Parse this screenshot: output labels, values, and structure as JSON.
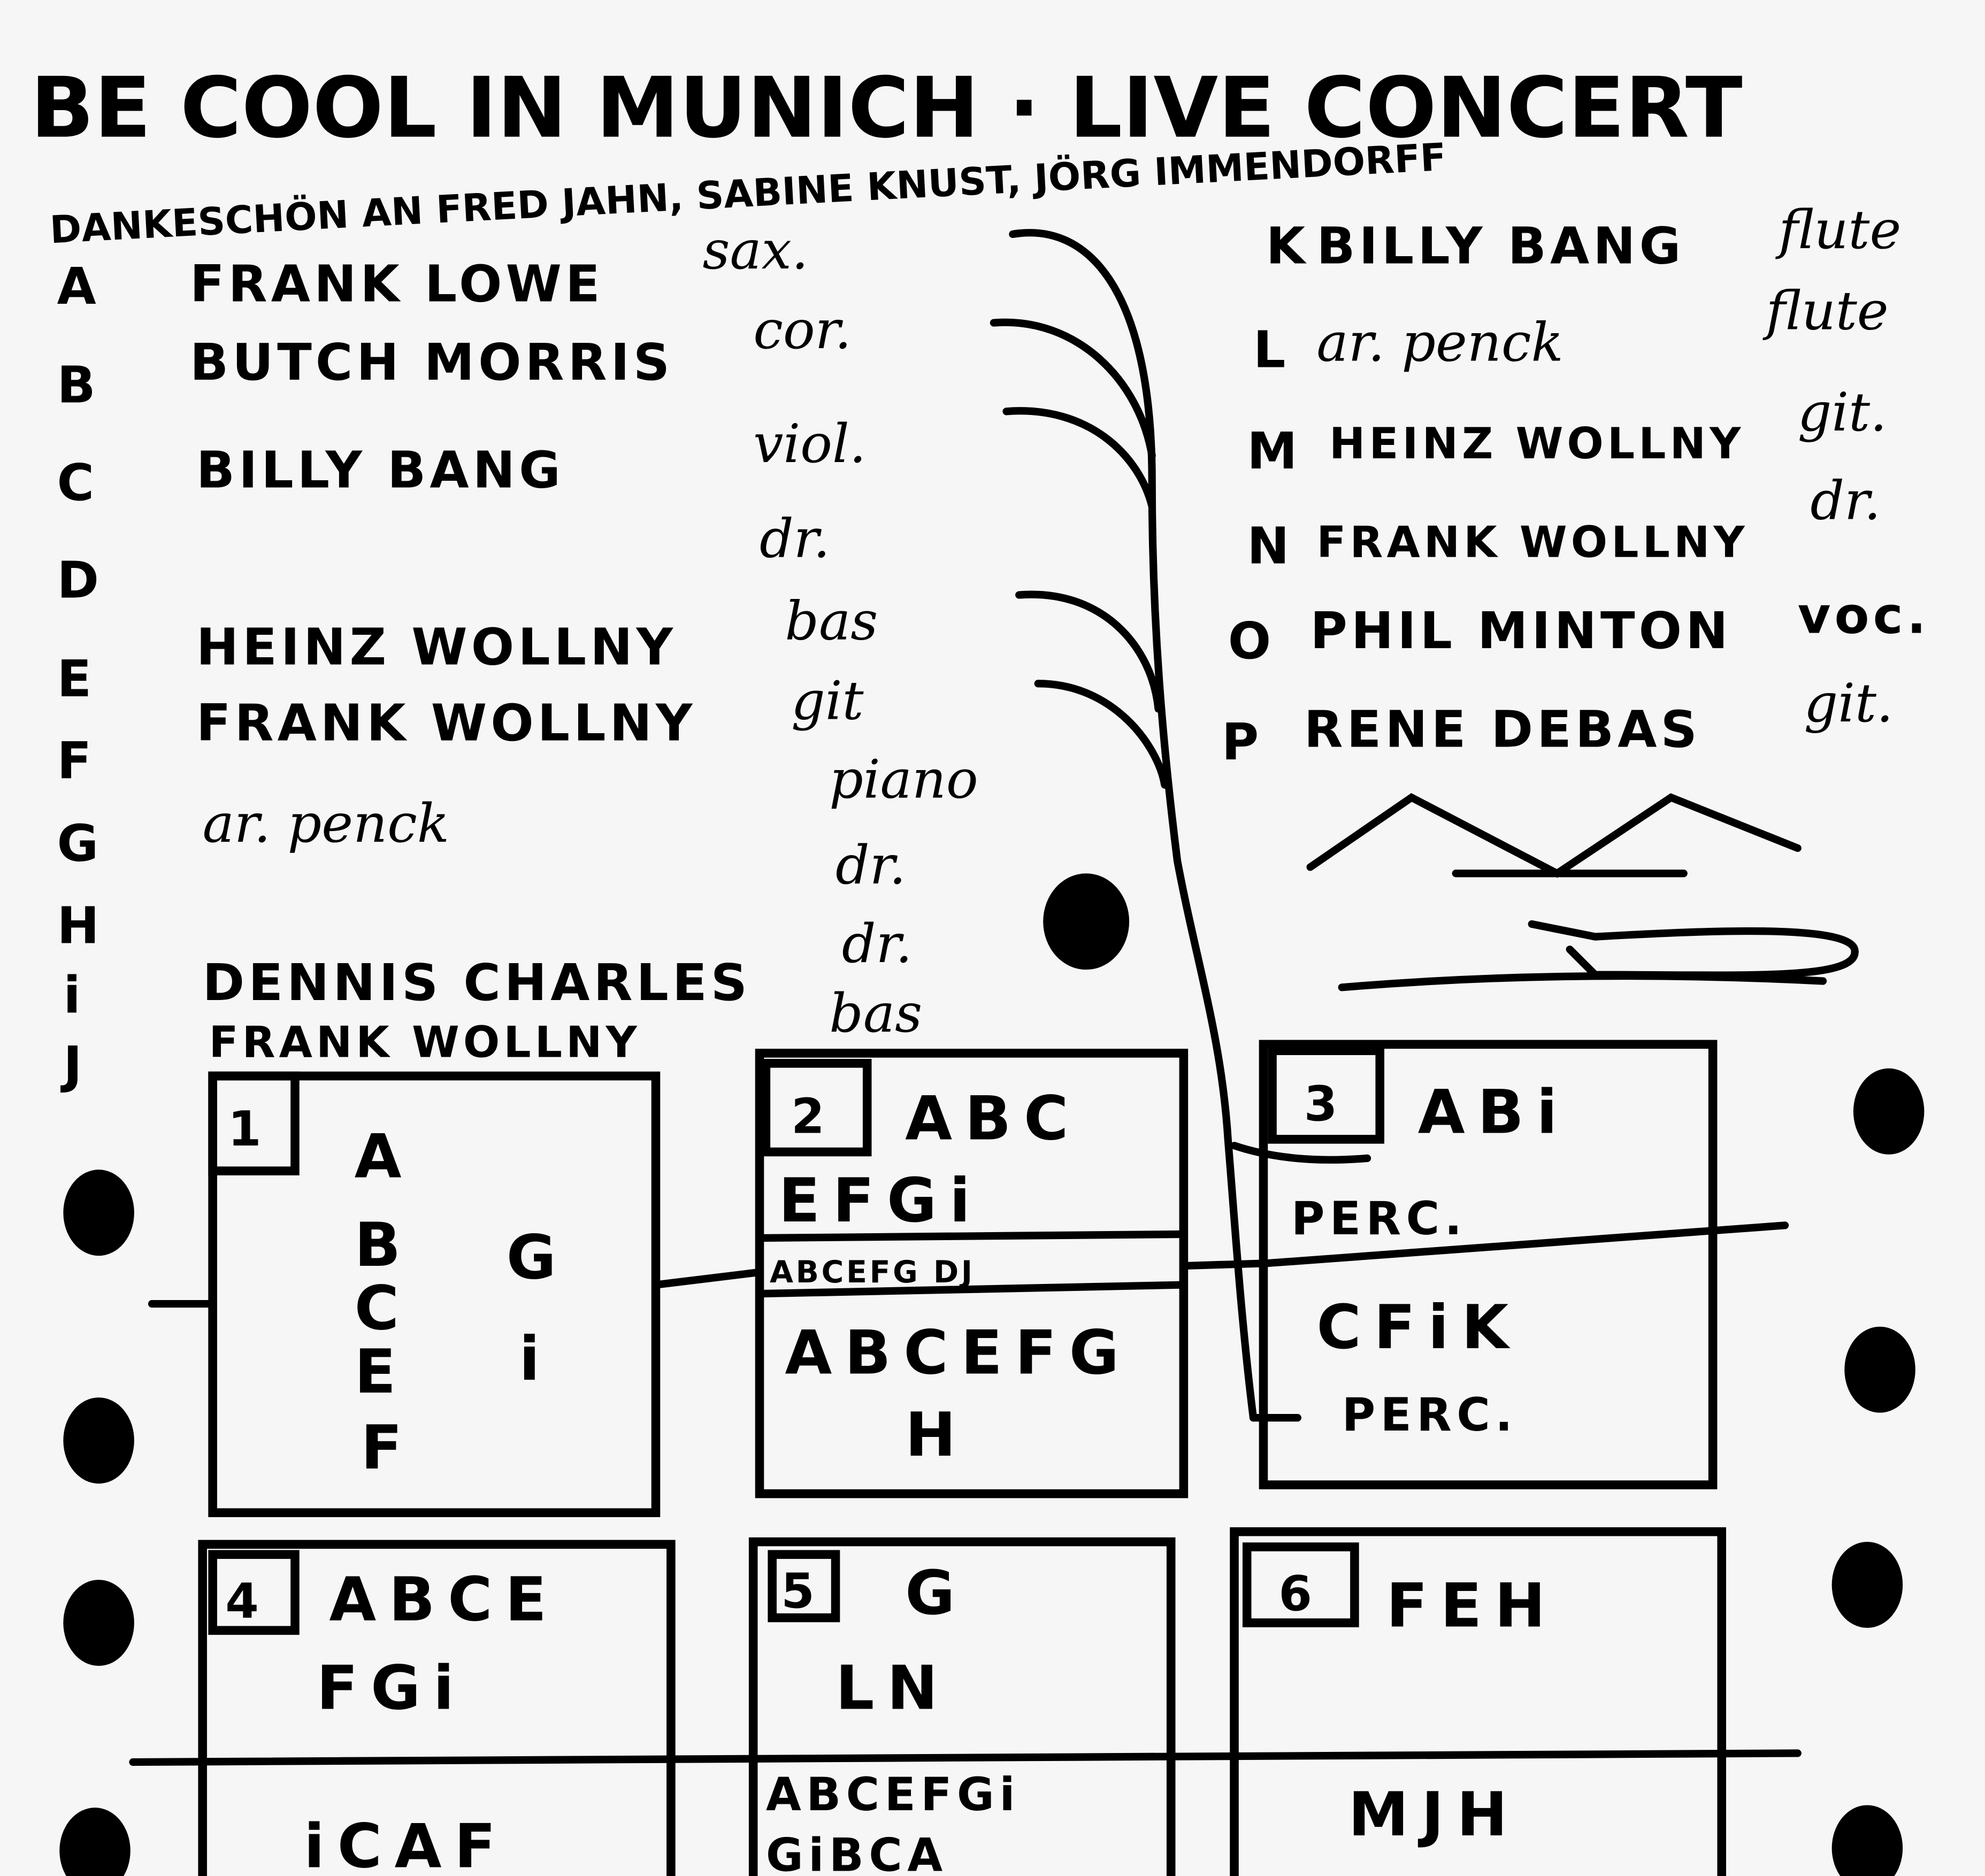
{
  "title": "BE COOL IN MUNICH · LIVE CONCERT",
  "thanks": "DANKESCHÖN AN FRED JAHN, SABINE KNUST, JÖRG IMMENDORFF",
  "musicians_left": [
    {
      "letter": "A",
      "name": "FRANK LOWE",
      "instrument": "sax."
    },
    {
      "letter": "B",
      "name": "BUTCH MORRIS",
      "instrument": "cor."
    },
    {
      "letter": "C",
      "name": "BILLY BANG",
      "instrument": "viol."
    },
    {
      "letter": "D",
      "name": "",
      "instrument": "dr."
    },
    {
      "letter": "E",
      "name": "HEINZ WOLLNY",
      "instrument": "bas"
    },
    {
      "letter": "F",
      "name": "FRANK WOLLNY",
      "instrument": "git"
    },
    {
      "letter": "G",
      "name": "ar. penck",
      "instrument": "piano"
    },
    {
      "letter": "H",
      "name": "",
      "instrument": "dr."
    },
    {
      "letter": "i",
      "name": "DENNIS CHARLES",
      "instrument": "dr."
    },
    {
      "letter": "J",
      "name": "FRANK WOLLNY",
      "instrument": "bas"
    }
  ],
  "musicians_right": [
    {
      "letter": "K",
      "name": "BILLY BANG",
      "instrument": "flute"
    },
    {
      "letter": "L",
      "name": "ar. penck",
      "instrument": "flute"
    },
    {
      "letter": "M",
      "name": "HEINZ WOLLNY",
      "instrument": "git."
    },
    {
      "letter": "N",
      "name": "FRANK WOLLNY",
      "instrument": "dr."
    },
    {
      "letter": "O",
      "name": "PHIL MINTON",
      "instrument": "voc."
    },
    {
      "letter": "P",
      "name": "RENE DEBAS",
      "instrument": "git."
    }
  ],
  "boxes": [
    {
      "num": "1",
      "lines": [
        "A",
        "B",
        "C",
        "E",
        "F"
      ],
      "side": [
        "G",
        "i"
      ]
    },
    {
      "num": "2",
      "top": "ABC",
      "l2": "EFGi",
      "strip": "ABCEFG DJ",
      "l3": "ABCEFG",
      "l4": "H"
    },
    {
      "num": "3",
      "top": "ABi",
      "l2": "PERC.",
      "l3": "CFiK",
      "l4": "PERC."
    },
    {
      "num": "4",
      "top": "ABCE",
      "l2": "FGi",
      "l3": "iCAF"
    },
    {
      "num": "5",
      "top": "G",
      "l2": "LN",
      "l3": "ABCEFGi",
      "l4": "GiBCA"
    },
    {
      "num": "6",
      "top": "FEH",
      "l3": "MJH"
    }
  ]
}
